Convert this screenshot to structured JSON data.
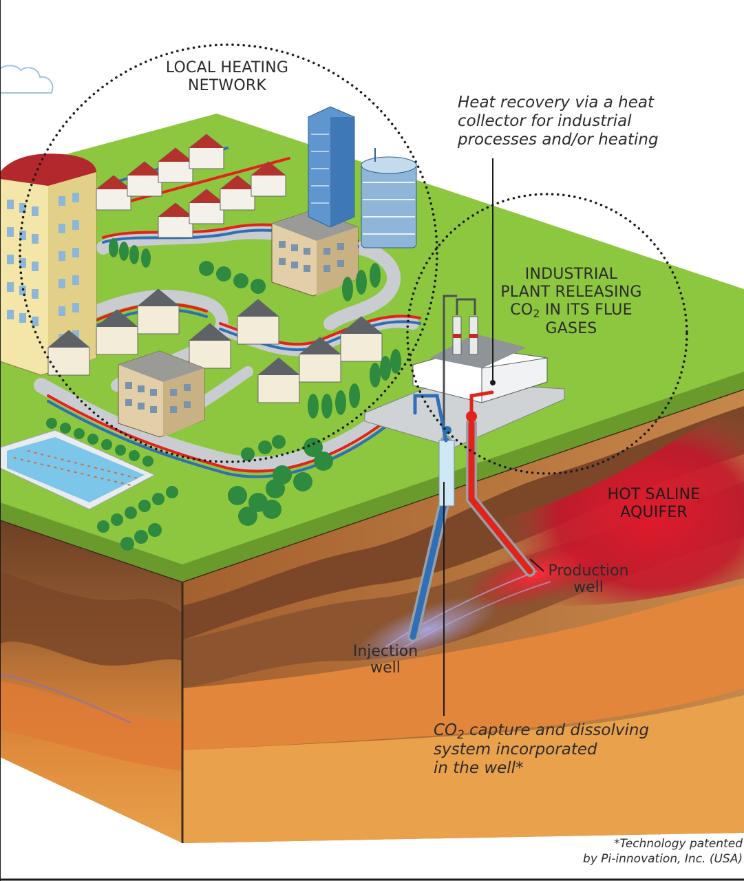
{
  "labels": {
    "local_heating": [
      "LOCAL HEATING",
      "NETWORK"
    ],
    "heat_recovery": [
      "Heat recovery via a heat",
      "collector for industrial",
      "processes and/or heating"
    ],
    "industrial_plant": {
      "line1": "INDUSTRIAL",
      "line2": "PLANT RELEASING",
      "line3_a": "CO",
      "line3_sub": "2",
      "line3_b": " IN ITS FLUE",
      "line4": "GASES"
    },
    "hot_saline": [
      "HOT SALINE",
      "AQUIFER"
    ],
    "production_well": [
      "Production",
      "well"
    ],
    "injection_well": [
      "Injection",
      "well"
    ],
    "co2_capture": {
      "line1_a": "CO",
      "line1_sub": "2",
      "line1_b": " capture and dissolving",
      "line2": "system incorporated",
      "line3": "in the well*"
    },
    "footnote": [
      "*Technology patented",
      "by Pi-innovation, Inc. (USA)"
    ]
  },
  "colors": {
    "grass": "#8dc63f",
    "road": "#c9cdd1",
    "hot_pipe": "#e2231a",
    "cold_pipe": "#2f6fb5",
    "soil_dark": "#7a4a2a",
    "soil_mid": "#b8743a",
    "soil_light": "#e39a4a",
    "aquifer": "#c8102e"
  }
}
